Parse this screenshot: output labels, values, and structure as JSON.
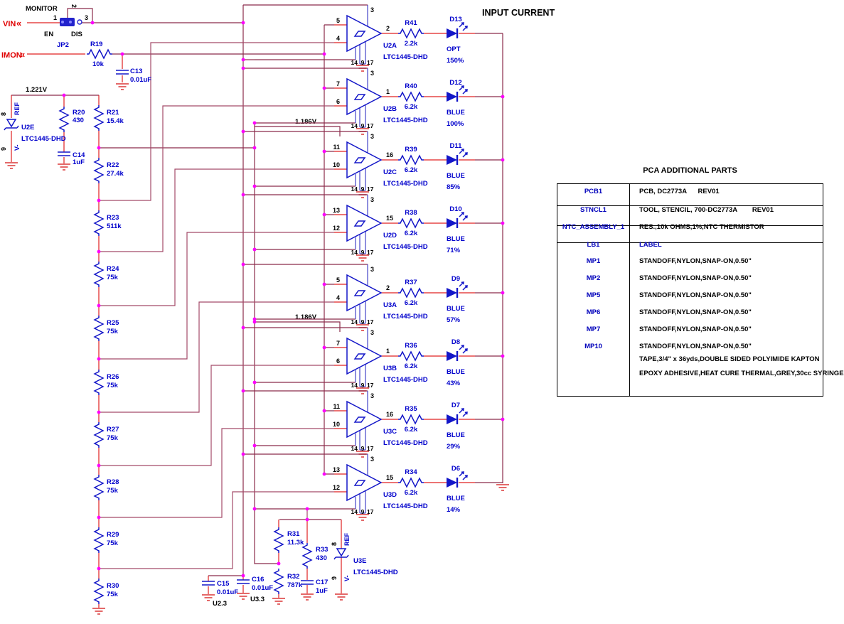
{
  "title": "INPUT CURRENT",
  "colors": {
    "wire": "#8B2B4A",
    "lead": "#E02020",
    "symbol": "#1316C8",
    "label_blue": "#0000CC",
    "junction": "#FF00FF",
    "ground": "#E05454",
    "input_red": "#E00000"
  },
  "inputs": {
    "vin": "VIN",
    "imon": "IMON"
  },
  "jumper": {
    "label": "MONITOR",
    "ref": "JP2",
    "en": "EN",
    "dis": "DIS",
    "pin1": "1",
    "pin2": "2",
    "pin3": "3"
  },
  "nets": {
    "vref": "1.221V",
    "vth1": "1.186V",
    "vth2": "1.186V"
  },
  "parts": {
    "r19": {
      "ref": "R19",
      "val": "10k"
    },
    "c13": {
      "ref": "C13",
      "val": "0.01uF"
    },
    "u2e": {
      "ref": "U2E",
      "part": "LTC1445-DHD",
      "pin_top": "8",
      "pin_bot": "9",
      "lbl_top": "REF",
      "lbl_bot": "V-"
    },
    "r20": {
      "ref": "R20",
      "val": "430"
    },
    "c14": {
      "ref": "C14",
      "val": "1uF"
    },
    "r31": {
      "ref": "R31",
      "val": "11.3k"
    },
    "r32": {
      "ref": "R32",
      "val": "787k"
    },
    "r33": {
      "ref": "R33",
      "val": "430"
    },
    "c15": {
      "ref": "C15",
      "val": "0.01uF",
      "note": "U2.3"
    },
    "c16": {
      "ref": "C16",
      "val": "0.01uF",
      "note": "U3.3"
    },
    "c17": {
      "ref": "C17",
      "val": "1uF"
    },
    "u3e": {
      "ref": "U3E",
      "part": "LTC1445-DHD",
      "pin_top": "8",
      "pin_bot": "9",
      "lbl_top": "REF",
      "lbl_bot": "V-"
    }
  },
  "ladder": [
    {
      "ref": "R21",
      "val": "15.4k"
    },
    {
      "ref": "R22",
      "val": "27.4k"
    },
    {
      "ref": "R23",
      "val": "511k"
    },
    {
      "ref": "R24",
      "val": "75k"
    },
    {
      "ref": "R25",
      "val": "75k"
    },
    {
      "ref": "R26",
      "val": "75k"
    },
    {
      "ref": "R27",
      "val": "75k"
    },
    {
      "ref": "R28",
      "val": "75k"
    },
    {
      "ref": "R29",
      "val": "75k"
    },
    {
      "ref": "R30",
      "val": "75k"
    }
  ],
  "stages": [
    {
      "u": "U2A",
      "part": "LTC1445-DHD",
      "pin_p": "5",
      "pin_m": "4",
      "pin_o": "2",
      "pin_top": "3",
      "pin_b1": "14",
      "pin_b2": "9",
      "pin_b3": "17",
      "r": "R41",
      "rv": "2.2k",
      "d": "D13",
      "color": "OPT",
      "pct": "150%"
    },
    {
      "u": "U2B",
      "part": "LTC1445-DHD",
      "pin_p": "7",
      "pin_m": "6",
      "pin_o": "1",
      "pin_top": "3",
      "pin_b1": "14",
      "pin_b2": "9",
      "pin_b3": "17",
      "r": "R40",
      "rv": "6.2k",
      "d": "D12",
      "color": "BLUE",
      "pct": "100%"
    },
    {
      "u": "U2C",
      "part": "LTC1445-DHD",
      "pin_p": "11",
      "pin_m": "10",
      "pin_o": "16",
      "pin_top": "3",
      "pin_b1": "14",
      "pin_b2": "9",
      "pin_b3": "17",
      "r": "R39",
      "rv": "6.2k",
      "d": "D11",
      "color": "BLUE",
      "pct": "85%"
    },
    {
      "u": "U2D",
      "part": "LTC1445-DHD",
      "pin_p": "13",
      "pin_m": "12",
      "pin_o": "15",
      "pin_top": "3",
      "pin_b1": "14",
      "pin_b2": "9",
      "pin_b3": "17",
      "r": "R38",
      "rv": "6.2k",
      "d": "D10",
      "color": "BLUE",
      "pct": "71%"
    },
    {
      "u": "U3A",
      "part": "LTC1445-DHD",
      "pin_p": "5",
      "pin_m": "4",
      "pin_o": "2",
      "pin_top": "3",
      "pin_b1": "14",
      "pin_b2": "9",
      "pin_b3": "17",
      "r": "R37",
      "rv": "6.2k",
      "d": "D9",
      "color": "BLUE",
      "pct": "57%"
    },
    {
      "u": "U3B",
      "part": "LTC1445-DHD",
      "pin_p": "7",
      "pin_m": "6",
      "pin_o": "1",
      "pin_top": "3",
      "pin_b1": "14",
      "pin_b2": "9",
      "pin_b3": "17",
      "r": "R36",
      "rv": "6.2k",
      "d": "D8",
      "color": "BLUE",
      "pct": "43%"
    },
    {
      "u": "U3C",
      "part": "LTC1445-DHD",
      "pin_p": "11",
      "pin_m": "10",
      "pin_o": "16",
      "pin_top": "3",
      "pin_b1": "14",
      "pin_b2": "9",
      "pin_b3": "17",
      "r": "R35",
      "rv": "6.2k",
      "d": "D7",
      "color": "BLUE",
      "pct": "29%"
    },
    {
      "u": "U3D",
      "part": "LTC1445-DHD",
      "pin_p": "13",
      "pin_m": "12",
      "pin_o": "15",
      "pin_top": "3",
      "pin_b1": "14",
      "pin_b2": "9",
      "pin_b3": "17",
      "r": "R34",
      "rv": "6.2k",
      "d": "D6",
      "color": "BLUE",
      "pct": "14%"
    }
  ],
  "table": {
    "title": "PCA ADDITIONAL PARTS",
    "rows": [
      {
        "ref": "PCB1",
        "desc": "PCB, DC2773A      REV01"
      },
      {
        "ref": "STNCL1",
        "desc": "TOOL, STENCIL, 700-DC2773A        REV01"
      },
      {
        "ref": "NTC_ASSEMBLY_1",
        "desc": "RES.,10k OHMS,1%,NTC THERMISTOR"
      },
      {
        "ref": "LB1",
        "desc": "LABEL",
        "desc_blue": true
      },
      {
        "ref": "MP1",
        "desc": "STANDOFF,NYLON,SNAP-ON,0.50\""
      },
      {
        "ref": "MP2",
        "desc": "STANDOFF,NYLON,SNAP-ON,0.50\""
      },
      {
        "ref": "MP5",
        "desc": "STANDOFF,NYLON,SNAP-ON,0.50\""
      },
      {
        "ref": "MP6",
        "desc": "STANDOFF,NYLON,SNAP-ON,0.50\""
      },
      {
        "ref": "MP7",
        "desc": "STANDOFF,NYLON,SNAP-ON,0.50\""
      },
      {
        "ref": "MP10",
        "desc": "STANDOFF,NYLON,SNAP-ON,0.50\""
      },
      {
        "ref": "",
        "desc": "TAPE,3/4\" x 36yds,DOUBLE SIDED POLYIMIDE KAPTON"
      },
      {
        "ref": "",
        "desc": "EPOXY ADHESIVE,HEAT CURE THERMAL,GREY,30cc SYRINGE"
      }
    ]
  }
}
